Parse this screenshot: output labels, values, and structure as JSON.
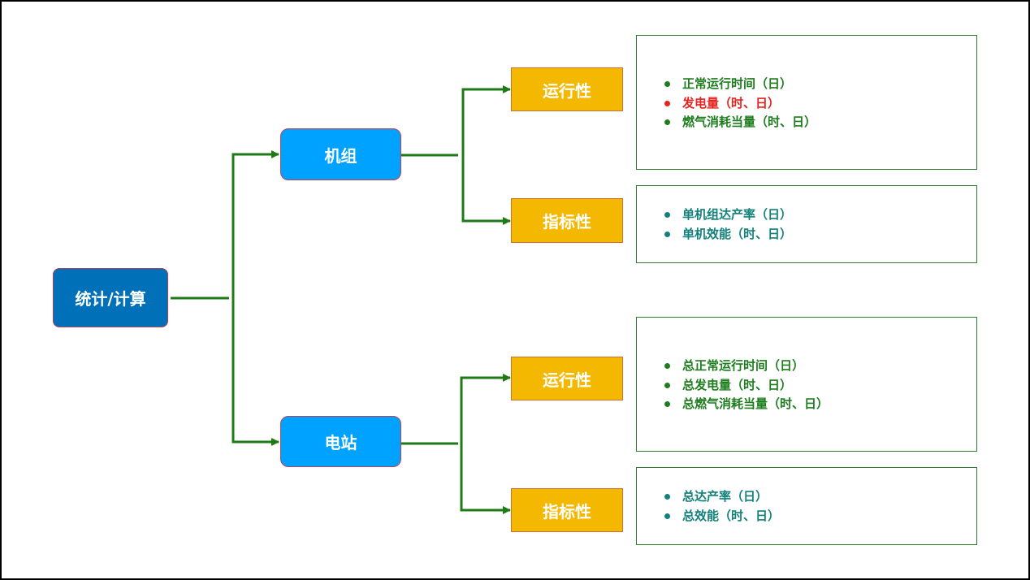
{
  "colors": {
    "connector": "#1e7a14",
    "root_fill": "#0070b8",
    "mid_fill": "#00a2ff",
    "category_fill": "#f5b800",
    "item_green": "#1e7d1e",
    "item_red": "#e8231f",
    "item_teal": "#13807a"
  },
  "root": {
    "label": "统计/计算"
  },
  "unit": {
    "label": "机组",
    "operation": {
      "label": "运行性",
      "items": [
        {
          "text": "正常运行时间（日）",
          "color": "green"
        },
        {
          "text": "发电量（时、日）",
          "color": "red"
        },
        {
          "text": "燃气消耗当量（时、日）",
          "color": "green"
        }
      ]
    },
    "indicator": {
      "label": "指标性",
      "items": [
        {
          "text": "单机组达产率（日）",
          "color": "teal"
        },
        {
          "text": "单机效能（时、日）",
          "color": "teal"
        }
      ]
    }
  },
  "station": {
    "label": "电站",
    "operation": {
      "label": "运行性",
      "items": [
        {
          "text": "总正常运行时间（日）",
          "color": "green"
        },
        {
          "text": "总发电量（时、日）",
          "color": "green"
        },
        {
          "text": "总燃气消耗当量（时、日）",
          "color": "green"
        }
      ]
    },
    "indicator": {
      "label": "指标性",
      "items": [
        {
          "text": "总达产率（日）",
          "color": "teal"
        },
        {
          "text": "总效能（时、日）",
          "color": "teal"
        }
      ]
    }
  }
}
